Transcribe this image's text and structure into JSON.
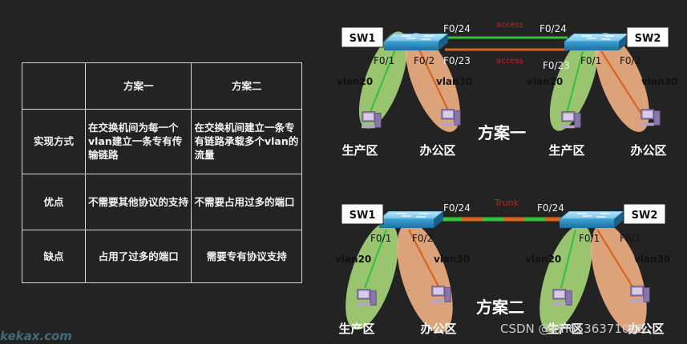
{
  "table": {
    "headers": [
      "",
      "方案一",
      "方案二"
    ],
    "rows": [
      {
        "label": "实现方式",
        "plan1": "在交换机间为每一个vlan建立一条专有传输链路",
        "plan2": "在交换机间建立一条专有链路承载多个vlan的流量"
      },
      {
        "label": "优点",
        "plan1": "不需要其他协议的支持",
        "plan2": "不需要占用过多的端口"
      },
      {
        "label": "缺点",
        "plan1": "占用了过多的端口",
        "plan2": "需要专有协议支持"
      }
    ]
  },
  "diagram1": {
    "sw_left": "SW1",
    "sw_right": "SW2",
    "link_top_left_port": "F0/24",
    "link_top_right_port": "F0/24",
    "link_top_mode": "access",
    "link_bottom_left_port": "F0/23",
    "link_bottom_right_port": "F0/23",
    "link_bottom_mode": "access",
    "left_port_a": "F0/1",
    "left_port_b": "F0/2",
    "right_port_a": "F0/1",
    "right_port_b": "F0/2",
    "vlan_a": "vlan20",
    "vlan_b": "vlan30",
    "zone_a": "生产区",
    "zone_b": "办公区",
    "title": "方案一"
  },
  "diagram2": {
    "sw_left": "SW1",
    "sw_right": "SW2",
    "link_left_port": "F0/24",
    "link_right_port": "F0/24",
    "link_mode": "Trunk",
    "left_port_a": "F0/1",
    "left_port_b": "F0/2",
    "right_port_a": "F0/1",
    "right_port_b": "F0/2",
    "vlan_a": "vlan20",
    "vlan_b": "vlan30",
    "zone_a": "生产区",
    "zone_b": "办公区",
    "title": "方案二"
  },
  "watermarks": {
    "left": "kekax.com",
    "right": "CSDN @xin6536371005"
  },
  "colors": {
    "green_link": "#35c23d",
    "orange_link": "#d9641d",
    "green_zone": "#a9d67a",
    "orange_zone": "#f1b185",
    "switch_blue": "#3fa7d9",
    "label_red": "#c02424"
  }
}
